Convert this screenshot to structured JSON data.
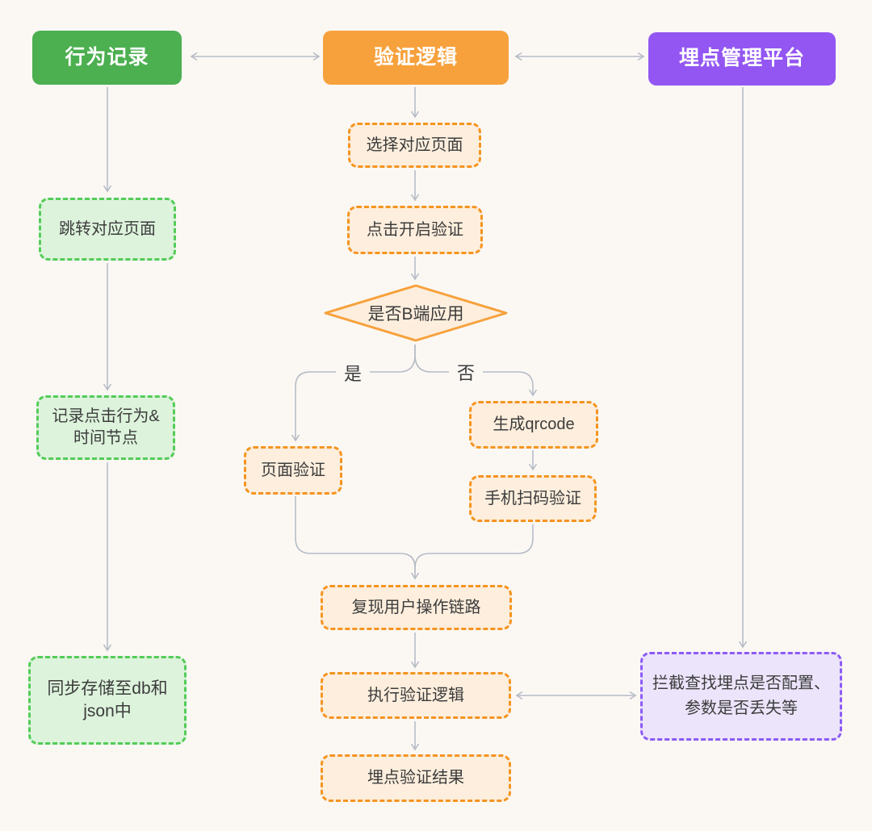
{
  "colors": {
    "background": "#fbf8f4",
    "green_solid": "#4caf50",
    "green_dash_border": "#53cc57",
    "green_dash_fill": "#ddf3dc",
    "orange_solid": "#f7a13c",
    "orange_dash_border": "#f5941f",
    "orange_dash_fill": "#fdeedd",
    "purple_solid": "#9356f2",
    "purple_dash_border": "#8b5bf5",
    "purple_dash_fill": "#ece4fb",
    "line": "#b6bcc6",
    "text": "#3c3c3c"
  },
  "headers": {
    "behavior_record": "行为记录",
    "verification_logic": "验证逻辑",
    "tracking_platform": "埋点管理平台"
  },
  "behavior_flow": {
    "jump_page": "跳转对应页面",
    "record_clicks": "记录点击行为&时间节点",
    "sync_store": "同步存储至db和json中"
  },
  "verification_flow": {
    "select_page": "选择对应页面",
    "start_verify": "点击开启验证",
    "decision_b_side": "是否B端应用",
    "branch_yes": "是",
    "branch_no": "否",
    "page_verify": "页面验证",
    "generate_qrcode": "生成qrcode",
    "phone_scan_verify": "手机扫码验证",
    "replay_user_chain": "复现用户操作链路",
    "execute_verify_logic": "执行验证逻辑",
    "tracking_verify_result": "埋点验证结果"
  },
  "platform_flow": {
    "intercept_check": "拦截查找埋点是否配置、参数是否丢失等"
  }
}
